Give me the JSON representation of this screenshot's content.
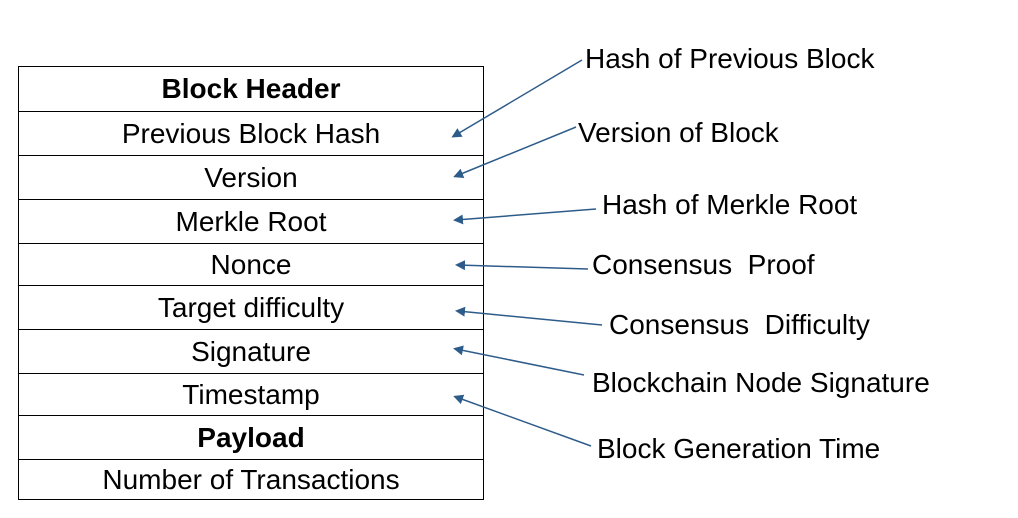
{
  "block_rows": [
    {
      "label": "Block Header",
      "bold": true
    },
    {
      "label": "Previous Block Hash",
      "bold": false
    },
    {
      "label": "Version",
      "bold": false
    },
    {
      "label": "Merkle Root",
      "bold": false
    },
    {
      "label": "Nonce",
      "bold": false
    },
    {
      "label": "Target difficulty",
      "bold": false
    },
    {
      "label": "Signature",
      "bold": false
    },
    {
      "label": "Timestamp",
      "bold": false
    },
    {
      "label": "Payload",
      "bold": true
    },
    {
      "label": "Number of Transactions",
      "bold": false
    }
  ],
  "annotations": [
    {
      "label": "Hash of Previous Block",
      "target": "Previous Block Hash"
    },
    {
      "label": "Version of Block",
      "target": "Version"
    },
    {
      "label": "Hash of Merkle Root",
      "target": "Merkle Root"
    },
    {
      "label": "Consensus  Proof",
      "target": "Nonce"
    },
    {
      "label": "Consensus  Difficulty",
      "target": "Target difficulty"
    },
    {
      "label": "Blockchain Node Signature",
      "target": "Signature"
    },
    {
      "label": "Block Generation Time",
      "target": "Timestamp"
    }
  ],
  "colors": {
    "arrow": "#2e5c8a",
    "border": "#000000",
    "text": "#000000"
  }
}
